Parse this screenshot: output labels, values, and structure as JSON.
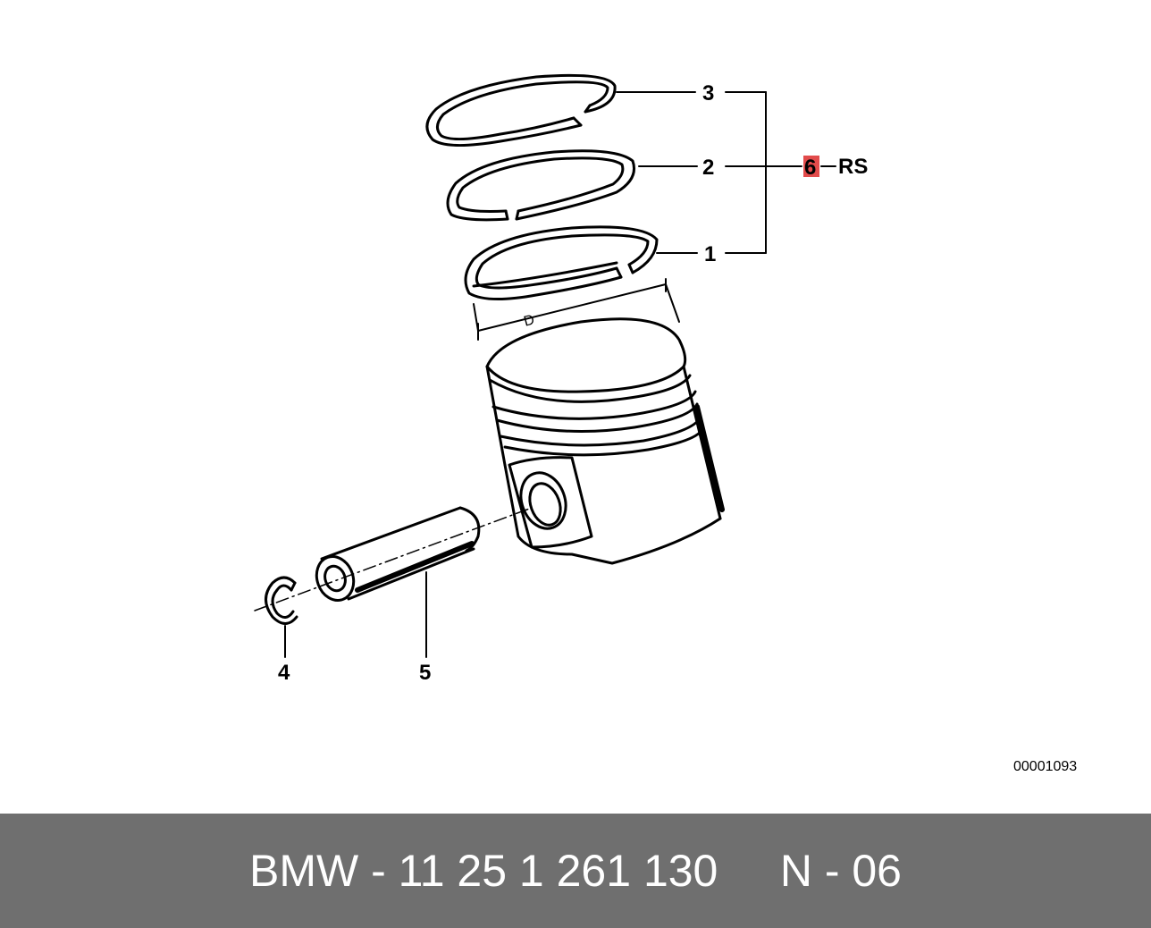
{
  "diagram": {
    "callouts": {
      "c1": "1",
      "c2": "2",
      "c3": "3",
      "c4": "4",
      "c5": "5",
      "c6": "6",
      "rs": "RS"
    },
    "dimension_label": "D",
    "reference_code": "00001093",
    "highlight_color": "#e24b4b"
  },
  "footer": {
    "part_text": "BMW - 11 25 1 261 130     N - 06",
    "background_color": "#6f6f6f"
  }
}
